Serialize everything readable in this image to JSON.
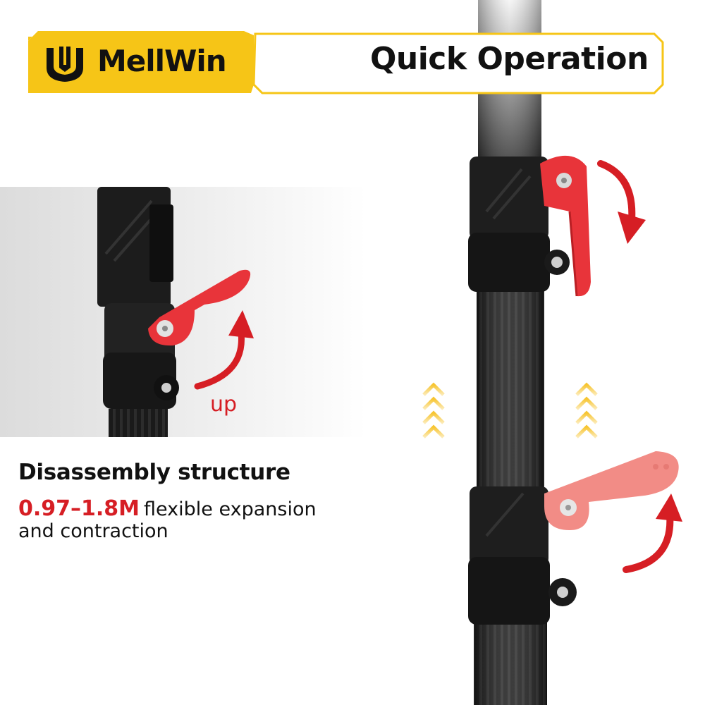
{
  "header": {
    "brand": "MellWin",
    "title": "Quick Operation"
  },
  "inset": {
    "direction_label": "up"
  },
  "feature": {
    "title": "Disassembly structure",
    "range": "0.97–1.8M",
    "description_line1": "flexible expansion",
    "description_line2": "and contraction"
  },
  "colors": {
    "brand_yellow": "#f6c517",
    "accent_red": "#d61e24",
    "clip_red": "#e8343a",
    "clip_pink": "#f28c86",
    "chevron_yellow": "#f7c531"
  },
  "icons": [
    "brand-logo-icon",
    "up-arrow-icon",
    "down-arrow-icon",
    "chevron-up-icon"
  ]
}
